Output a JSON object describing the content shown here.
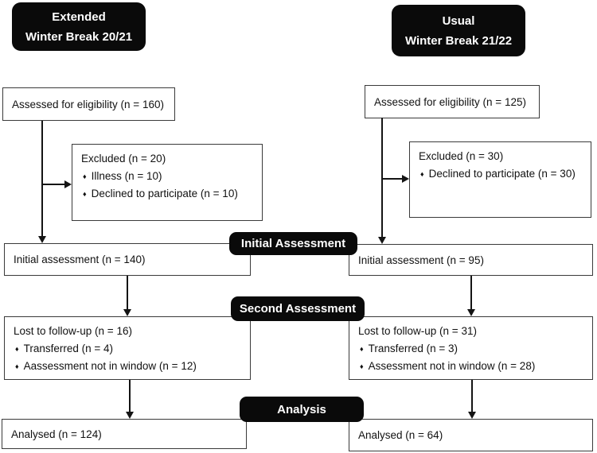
{
  "bullet": "♦",
  "stages": {
    "initial": "Initial Assessment",
    "second": "Second Assessment",
    "analysis": "Analysis"
  },
  "columns": [
    {
      "name": "extended-winter-break",
      "badge_line1": "Extended",
      "badge_line2": "Winter Break 20/21",
      "boxes": {
        "eligibility": "Assessed for eligibility (n = 160)",
        "excluded_title": "Excluded (n = 20)",
        "excluded_bullets": [
          "Illness (n = 10)",
          "Declined to participate (n = 10)"
        ],
        "initial": "Initial assessment (n = 140)",
        "lost_title": "Lost to follow-up (n = 16)",
        "lost_bullets": [
          "Transferred (n = 4)",
          "Aassessment not in window (n = 12)"
        ],
        "analysed": "Analysed (n = 124)"
      }
    },
    {
      "name": "usual-winter-break",
      "badge_line1": "Usual",
      "badge_line2": "Winter Break 21/22",
      "boxes": {
        "eligibility": "Assessed for eligibility (n = 125)",
        "excluded_title": "Excluded (n = 30)",
        "excluded_bullets": [
          "Declined to participate (n = 30)"
        ],
        "initial": "Initial assessment (n = 95)",
        "lost_title": "Lost to follow-up (n = 31)",
        "lost_bullets": [
          "Transferred (n = 3)",
          "Assessment not in window (n = 28)"
        ],
        "analysed": "Analysed (n = 64)"
      }
    }
  ],
  "colors": {
    "badge_bg": "#0a0a0a",
    "badge_text": "#ffffff",
    "box_border": "#3a3a3a",
    "arrow": "#141414",
    "background": "#ffffff"
  }
}
